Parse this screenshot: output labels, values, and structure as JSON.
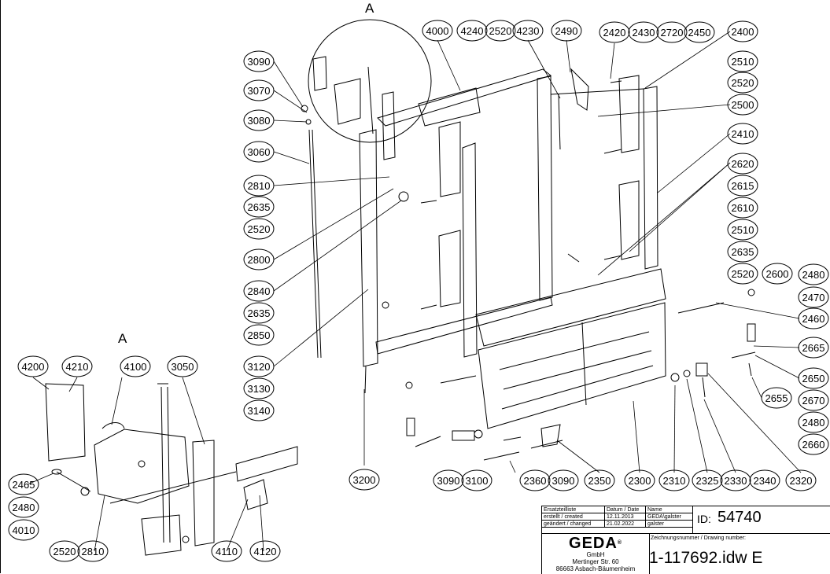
{
  "view_label_top": "A",
  "view_label_detail": "A",
  "callouts": {
    "c3090a": "3090",
    "c3070": "3070",
    "c3080": "3080",
    "c3060": "3060",
    "c2810a": "2810",
    "c2635a": "2635",
    "c2520a": "2520",
    "c2800": "2800",
    "c2840": "2840",
    "c2635b": "2635",
    "c2850": "2850",
    "c3120": "3120",
    "c3130": "3130",
    "c3140": "3140",
    "c3200": "3200",
    "c4000": "4000",
    "c4240": "4240",
    "c2520b": "2520",
    "c4230": "4230",
    "c2490": "2490",
    "c2420": "2420",
    "c2430": "2430",
    "c2720": "2720",
    "c2450": "2450",
    "c2400": "2400",
    "c2510a": "2510",
    "c2520c": "2520",
    "c2500": "2500",
    "c2410": "2410",
    "c2620": "2620",
    "c2615": "2615",
    "c2610": "2610",
    "c2510b": "2510",
    "c2635c": "2635",
    "c2520d": "2520",
    "c2600": "2600",
    "c2480a": "2480",
    "c2470": "2470",
    "c2460": "2460",
    "c2665": "2665",
    "c2650": "2650",
    "c2670": "2670",
    "c2480b": "2480",
    "c2660": "2660",
    "c2655": "2655",
    "c3090b": "3090",
    "c3100": "3100",
    "c2360": "2360",
    "c3090c": "3090",
    "c2350": "2350",
    "c2300": "2300",
    "c2310": "2310",
    "c2325": "2325",
    "c2330": "2330",
    "c2340": "2340",
    "c2320": "2320",
    "c4200": "4200",
    "c4210": "4210",
    "c4100": "4100",
    "c3050": "3050",
    "c2465": "2465",
    "c2480c": "2480",
    "c4010": "4010",
    "c2520e": "2520",
    "c2810b": "2810",
    "c4110": "4110",
    "c4120": "4120"
  },
  "title_block": {
    "parts_list_label": "Ersatzteilliste",
    "date_label": "Datum / Date",
    "name_label": "Name",
    "created_label": "erstellt / created",
    "created_date": "12.11.2013",
    "created_name": "GEDA\\galster",
    "changed_label": "geändert / changed",
    "changed_date": "21.02.2022",
    "changed_name": "galster",
    "id_label": "ID:",
    "id_value": "54740",
    "drawing_number_label": "Zeichnungsnummer / Drawing number:",
    "drawing_number": "1-117692.idw E",
    "company": "GEDA",
    "registered": "®",
    "company_form": "GmbH",
    "street": "Mertinger Str. 60",
    "city": "86663 Asbach-Bäumenheim"
  }
}
